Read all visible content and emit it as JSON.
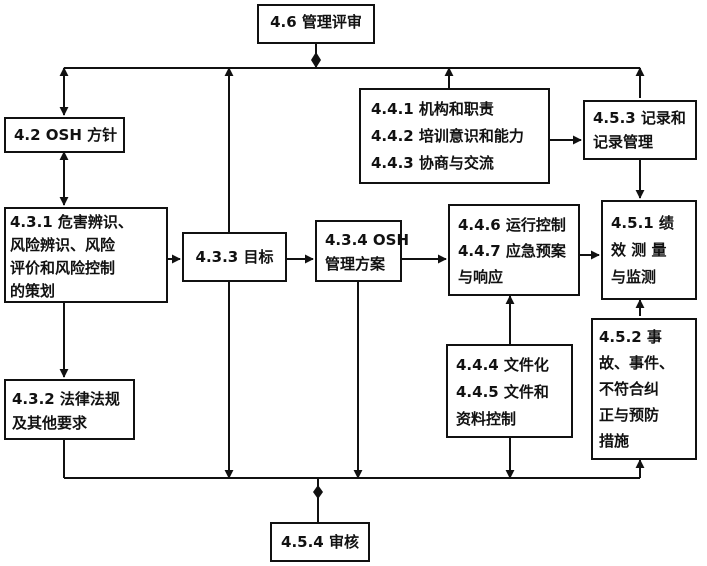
{
  "boxes": {
    "management_review": {
      "lines": [
        "4.6 管理评审"
      ]
    },
    "osh_policy": {
      "lines": [
        "4.2 OSH 方针"
      ]
    },
    "hazard_identification": {
      "lines": [
        "4.3.1 危害辨识、",
        "风险辨识、风险",
        "评价和风险控制",
        "的策划"
      ]
    },
    "legal_requirements": {
      "lines": [
        "4.3.2 法律法规",
        "及其他要求"
      ]
    },
    "objectives": {
      "lines": [
        "4.3.3 目标"
      ]
    },
    "osh_management_program": {
      "lines": [
        "4.3.4 OSH",
        "管理方案"
      ]
    },
    "structure_training_communication": {
      "lines": [
        "4.4.1 机构和职责",
        "4.4.2 培训意识和能力",
        "4.4.3 协商与交流"
      ]
    },
    "operation_emergency": {
      "lines": [
        "4.4.6 运行控制",
        "4.4.7 应急预案",
        "与响应"
      ]
    },
    "documentation_control": {
      "lines": [
        "4.4.4 文件化",
        "4.4.5 文件和",
        "资料控制"
      ]
    },
    "records_management": {
      "lines": [
        "4.5.3 记录和",
        "记录管理"
      ]
    },
    "performance_monitoring": {
      "lines": [
        "4.5.1  绩",
        "效 测 量",
        "与监测"
      ]
    },
    "accident_corrective_action": {
      "lines": [
        "4.5.2    事",
        "故、事件、",
        "不符合纠",
        "正与预防",
        "措施"
      ]
    },
    "audit": {
      "lines": [
        "4.5.4 审核"
      ]
    }
  }
}
